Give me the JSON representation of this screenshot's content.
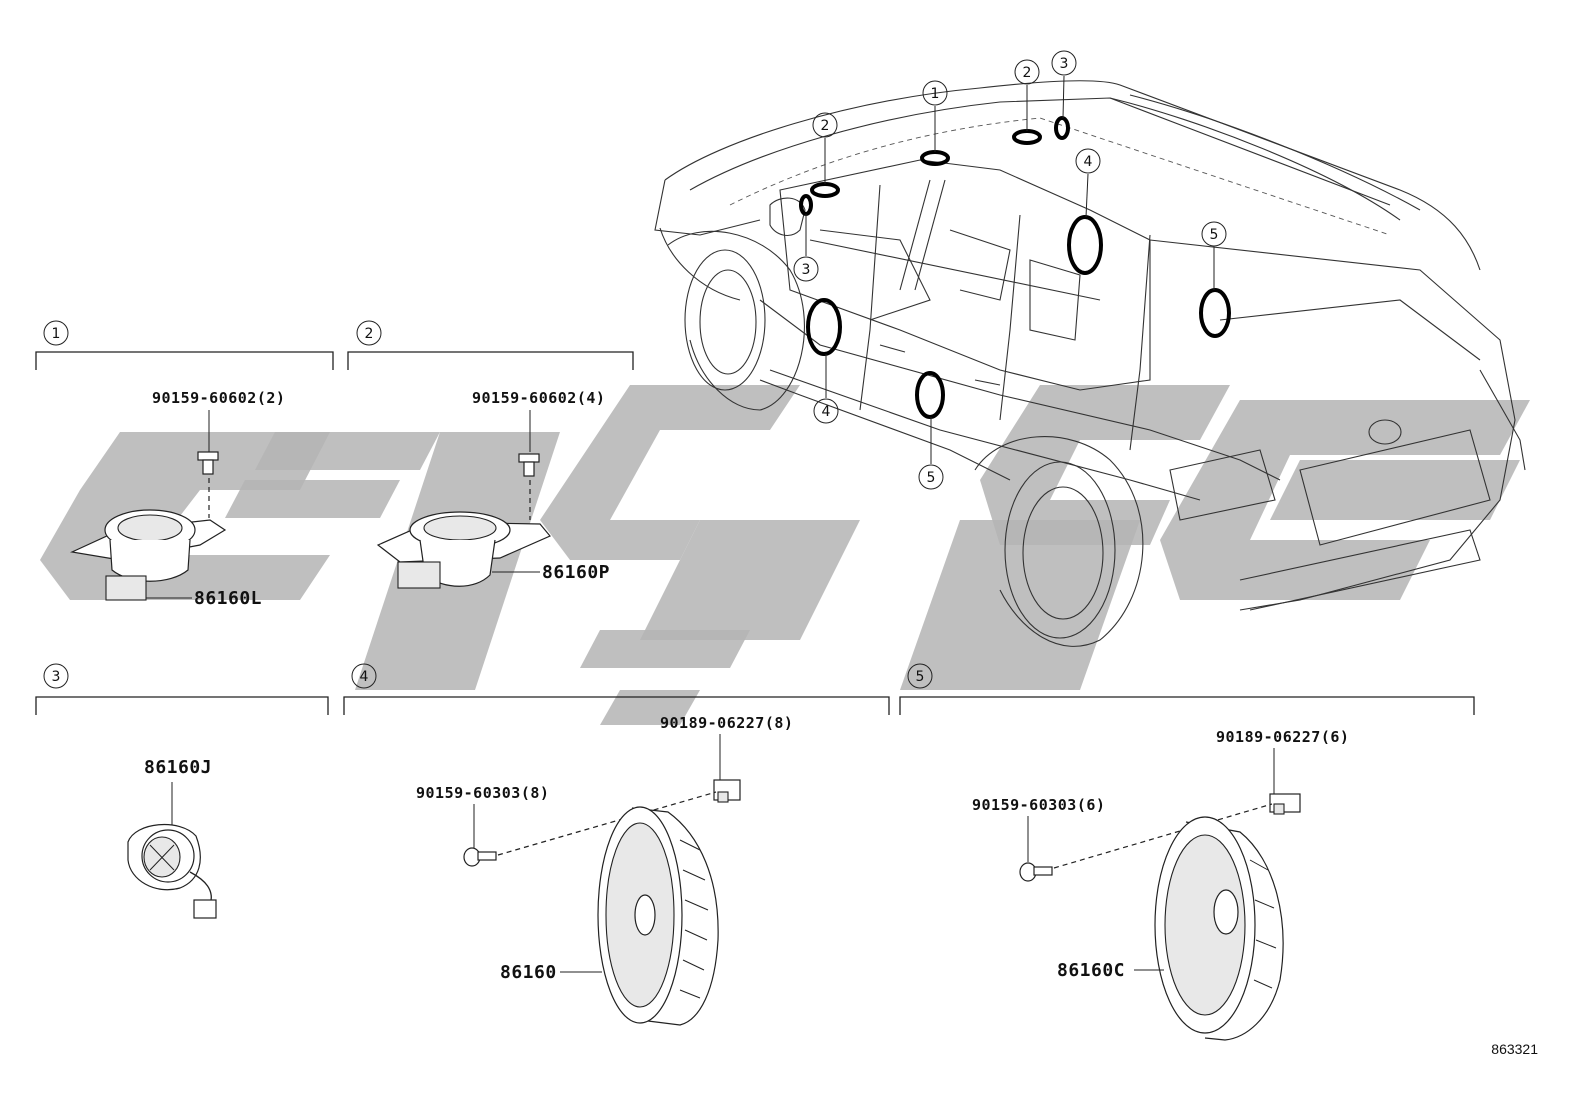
{
  "diagram": {
    "reference_code": "863321",
    "groups": [
      {
        "index": "1",
        "fastener": "90159-60602(2)",
        "part": "86160L"
      },
      {
        "index": "2",
        "fastener": "90159-60602(4)",
        "part": "86160P"
      },
      {
        "index": "3",
        "part": "86160J"
      },
      {
        "index": "4",
        "fastener_a": "90189-06227(8)",
        "fastener_b": "90159-60303(8)",
        "part": "86160"
      },
      {
        "index": "5",
        "fastener_a": "90189-06227(6)",
        "fastener_b": "90159-60303(6)",
        "part": "86160C"
      }
    ],
    "vehicle_callouts": [
      "1",
      "2",
      "2",
      "3",
      "3",
      "4",
      "4",
      "5",
      "5"
    ]
  }
}
